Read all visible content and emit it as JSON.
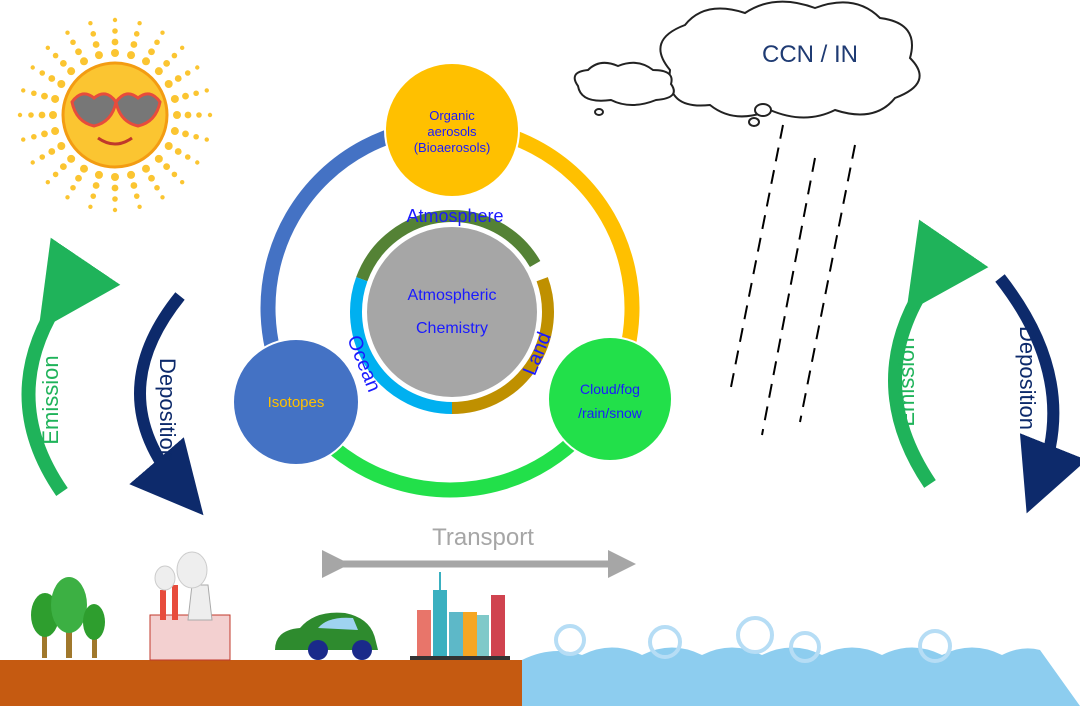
{
  "nodes": {
    "organic": "Organic",
    "organic2": "aerosols",
    "organic3": "(Bioaerosols)",
    "isotopes": "Isotopes",
    "cloud1": "Cloud/fog",
    "cloud2": "/rain/snow",
    "center1": "Atmospheric",
    "center2": "Chemistry"
  },
  "spheres": {
    "atmosphere": "Atmosphere",
    "land": "Land",
    "ocean": "Ocean"
  },
  "cloud_label": "CCN / IN",
  "left_flux": {
    "emission": "Emission",
    "deposition": "Deposition"
  },
  "right_flux": {
    "emission": "Emission",
    "deposition": "Deposition"
  },
  "transport": "Transport",
  "colors": {
    "organic": "#ffc000",
    "isotopes": "#4472c4",
    "cloud": "#22e04a",
    "center": "#a6a6a6",
    "text": "#1a1aff",
    "emission": "#1fb35a",
    "deposition": "#0d2a6b",
    "land": "#c55a11",
    "water": "#8dcdef"
  }
}
